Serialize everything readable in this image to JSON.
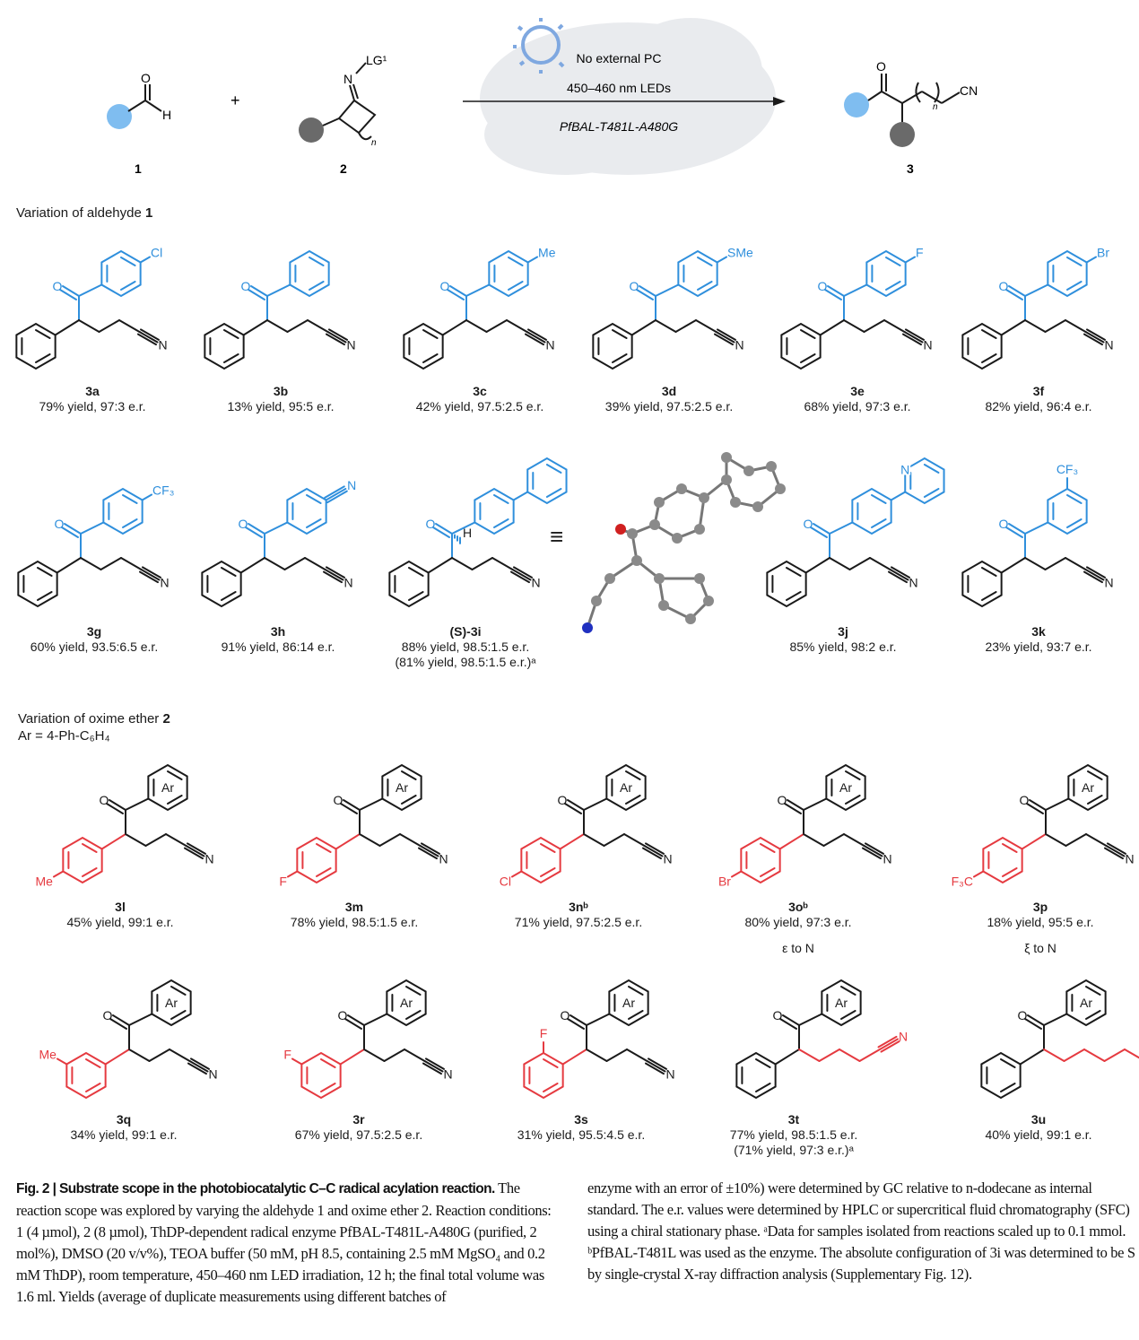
{
  "colors": {
    "aldehyde": "#2f8fdc",
    "oxime": "#e53a40",
    "default": "#1a1a1a",
    "catalyst_bulb": "#7fa8e0",
    "protein": "#e4e6ea"
  },
  "scheme": {
    "aldehyde": {
      "o": "O",
      "h": "H",
      "number": "1"
    },
    "plus": "+",
    "oxime": {
      "n": "N",
      "lg": "LG¹",
      "sub_n": "n",
      "number": "2"
    },
    "conditions": [
      "No external PC",
      "450–460 nm LEDs",
      "PfBAL-T481L-A480G"
    ],
    "product": {
      "o": "O",
      "cn": "CN",
      "sub_n": "n",
      "number": "3"
    }
  },
  "section1": {
    "text": "Variation of aldehyde ",
    "bold": "1"
  },
  "section2": {
    "text": "Variation of oxime ether ",
    "bold": "2",
    "ar_def": "Ar = 4-Ph-C₆H₄"
  },
  "rows": [
    {
      "compounds": [
        {
          "id": "3a",
          "lines": [
            "79% yield, 97:3 e.r."
          ],
          "top_sub": "Cl",
          "top_pos": "para"
        },
        {
          "id": "3b",
          "lines": [
            "13% yield, 95:5 e.r."
          ]
        },
        {
          "id": "3c",
          "lines": [
            "42% yield, 97.5:2.5 e.r."
          ],
          "top_sub": "Me",
          "top_pos": "para"
        },
        {
          "id": "3d",
          "lines": [
            "39% yield, 97.5:2.5 e.r."
          ],
          "top_sub": "SMe",
          "top_pos": "para"
        },
        {
          "id": "3e",
          "lines": [
            "68% yield, 97:3 e.r."
          ],
          "top_sub": "F",
          "top_pos": "para"
        },
        {
          "id": "3f",
          "lines": [
            "82% yield, 96:4 e.r."
          ],
          "top_sub": "Br",
          "top_pos": "para"
        }
      ]
    },
    {
      "compounds": [
        {
          "id": "3g",
          "lines": [
            "60% yield, 93.5:6.5 e.r."
          ],
          "top_sub": "CF₃",
          "top_pos": "para"
        },
        {
          "id": "3h",
          "lines": [
            "91% yield, 86:14 e.r."
          ],
          "top_sub": "N",
          "top_pos": "para",
          "top_nitrile": true
        },
        {
          "id": "(S)-3i",
          "lines": [
            "88% yield, 98.5:1.5 e.r.",
            "(81% yield, 98.5:1.5 e.r.)ᵃ"
          ],
          "extra_ring": "phenyl",
          "stereo_h": "H",
          "equals": "≡"
        },
        {
          "id": "3j",
          "lines": [
            "85% yield, 98:2 e.r."
          ],
          "extra_ring": "pyridyl",
          "ring_n": "N"
        },
        {
          "id": "3k",
          "lines": [
            "23% yield, 93:7 e.r."
          ],
          "top_sub": "CF₃",
          "top_pos": "meta"
        }
      ]
    },
    {
      "compounds": [
        {
          "id": "3l",
          "lines": [
            "45% yield, 99:1 e.r."
          ],
          "bottom_sub": "Me",
          "bottom_pos": "para"
        },
        {
          "id": "3m",
          "lines": [
            "78% yield, 98.5:1.5 e.r."
          ],
          "bottom_sub": "F",
          "bottom_pos": "para"
        },
        {
          "id": "3nᵇ",
          "lines": [
            "71% yield, 97.5:2.5 e.r."
          ],
          "bottom_sub": "Cl",
          "bottom_pos": "para"
        },
        {
          "id": "3oᵇ",
          "lines": [
            "80% yield, 97:3 e.r."
          ],
          "note": "ε to N",
          "bottom_sub": "Br",
          "bottom_pos": "para"
        },
        {
          "id": "3p",
          "lines": [
            "18% yield, 95:5 e.r."
          ],
          "note": "ξ to N",
          "bottom_sub": "F₃C",
          "bottom_pos": "para"
        }
      ]
    },
    {
      "compounds": [
        {
          "id": "3q",
          "lines": [
            "34% yield, 99:1 e.r."
          ],
          "bottom_sub": "Me",
          "bottom_pos": "meta"
        },
        {
          "id": "3r",
          "lines": [
            "67% yield, 97.5:2.5 e.r."
          ],
          "bottom_sub": "F",
          "bottom_pos": "meta"
        },
        {
          "id": "3s",
          "lines": [
            "31% yield, 95.5:4.5 e.r."
          ],
          "bottom_sub": "F",
          "bottom_pos": "ortho"
        },
        {
          "id": "3t",
          "lines": [
            "77% yield, 98.5:1.5 e.r.",
            "(71% yield, 97:3 e.r.)ᵃ"
          ],
          "chain": 4
        },
        {
          "id": "3u",
          "lines": [
            "40% yield, 99:1 e.r."
          ],
          "chain": 5
        }
      ]
    }
  ],
  "atoms": {
    "o": "O",
    "n": "N",
    "ar": "Ar"
  },
  "caption": {
    "title": "Fig. 2 | Substrate scope in the photobiocatalytic C–C radical acylation reaction.",
    "left": " The reaction scope was explored by varying the aldehyde 1 and oxime ether 2. Reaction conditions: 1 (4 µmol), 2 (8 µmol), ThDP-dependent radical enzyme PfBAL-T481L-A480G (purified, 2 mol%), DMSO (20 v/v%), TEOA buffer (50 mM, pH 8.5, containing 2.5 mM MgSO₄ and 0.2 mM ThDP), room temperature, 450–460 nm LED irradiation, 12 h; the final total volume was 1.6 ml. Yields (average of duplicate measurements using different batches of",
    "right": "enzyme with an error of ±10%) were determined by GC relative to n-dodecane as internal standard. The e.r. values were determined by HPLC or supercritical fluid chromatography (SFC) using a chiral stationary phase. ᵃData for samples isolated from reactions scaled up to 0.1 mmol. ᵇPfBAL-T481L was used as the enzyme. The absolute configuration of 3i was determined to be S by single-crystal X-ray diffraction analysis (Supplementary Fig. 12)."
  }
}
